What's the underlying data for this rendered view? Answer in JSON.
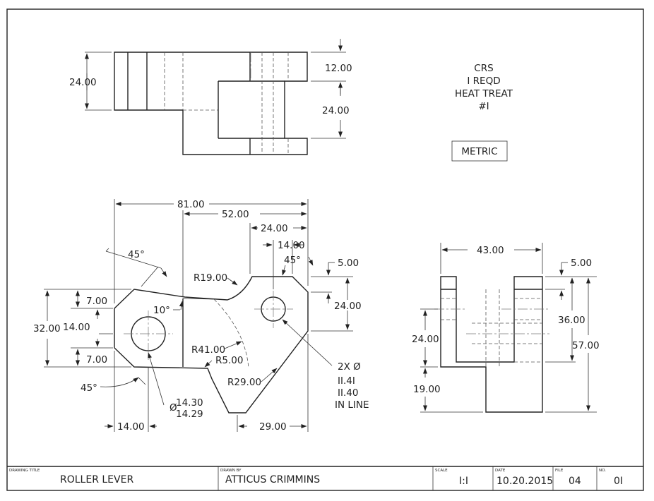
{
  "notes": {
    "material": "CRS",
    "quantity": "I REQD",
    "process": "HEAT TREAT",
    "process_number": "#I"
  },
  "units_box": "METRIC",
  "top_view": {
    "dims": {
      "height": "24.00",
      "upper": "12.00",
      "lower": "24.00"
    }
  },
  "front_view": {
    "dims": {
      "overall_width": "81.00",
      "width_52": "52.00",
      "width_24": "24.00",
      "width_14_top": "14.00",
      "chamfer_top": "5.00",
      "right_height": "24.00",
      "left_7_top": "7.00",
      "left_32": "32.00",
      "left_14": "14.00",
      "left_7_bottom": "7.00",
      "bottom_14": "14.00",
      "bottom_29": "29.00"
    },
    "callouts": {
      "angle_45_top_left": "45°",
      "angle_45_top_right": "45°",
      "angle_45_bottom_left": "45°",
      "angle_10": "10°",
      "r19": "R19.00",
      "r41": "R41.00",
      "r5": "R5.00",
      "r29": "R29.00",
      "hole_dia_upper": "14.30",
      "hole_dia_lower": "14.29",
      "hole_dia_symbol": "Ø",
      "holes_qty": "2X Ø",
      "holes_upper": "II.4I",
      "holes_lower": "II.40",
      "holes_note": "IN LINE"
    }
  },
  "side_view": {
    "dims": {
      "width": "43.00",
      "slot": "5.00",
      "inner_36": "36.00",
      "overall_57": "57.00",
      "left_24": "24.00",
      "left_19": "19.00"
    }
  },
  "title_block": {
    "drawing_title_label": "DRAWING TITLE",
    "drawing_title": "ROLLER LEVER",
    "drawn_by_label": "DRAWN BY",
    "drawn_by": "ATTICUS CRIMMINS",
    "scale_label": "SCALE",
    "scale": "I:I",
    "date_label": "DATE",
    "date": "10.20.2015",
    "file_label": "FILE",
    "file": "04",
    "no_label": "NO.",
    "no": "0I"
  }
}
